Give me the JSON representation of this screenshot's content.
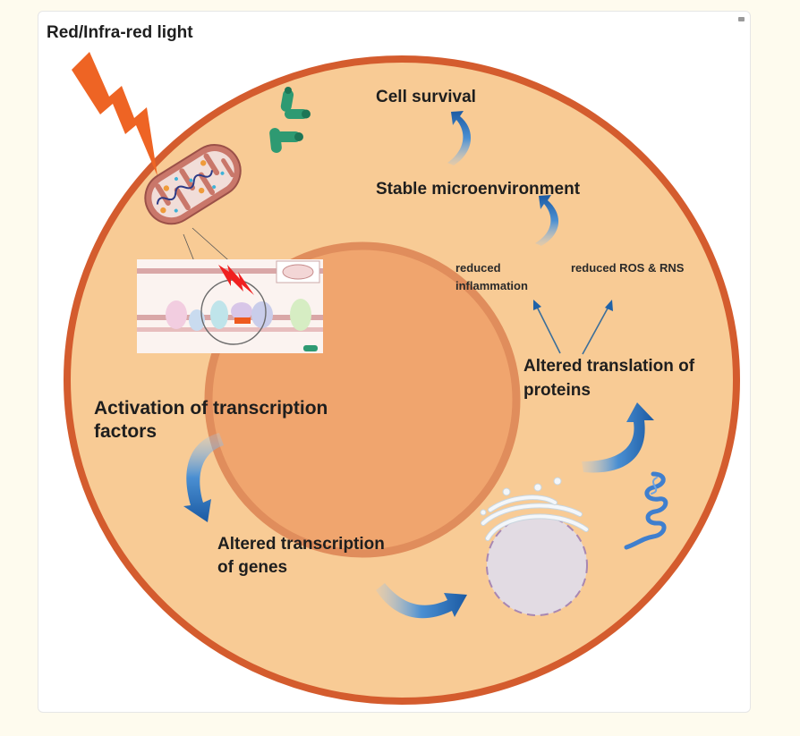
{
  "figure": {
    "title": "Red/Infra-red light",
    "labels": {
      "cell_survival": "Cell survival",
      "stable_microenvironment": "Stable microenvironment",
      "reduced_inflammation_line1": "reduced",
      "reduced_inflammation_line2": "inflammation",
      "reduced_ros_rns": "reduced ROS & RNS",
      "altered_translation_line1": "Altered translation of",
      "altered_translation_line2": "proteins",
      "activation_tf_line1": "Activation of transcription",
      "activation_tf_line2": "factors",
      "altered_transcription_line1": "Altered transcription",
      "altered_transcription_line2": "of genes"
    },
    "colors": {
      "page_background": "#fefbee",
      "card_background": "#ffffff",
      "cytoplasm": "#f8cb95",
      "cell_membrane": "#d45c2e",
      "nucleus": "#f0a56e",
      "nucleus_border": "#e08d5c",
      "lightning": "#ee6424",
      "mitochondrion": "#c9776a",
      "ribosome_tubes": "#2e9a72",
      "arrow_blue": "#1f62a8",
      "er_white": "#f4f7fa",
      "vesicle": "#e2dbe3",
      "vesicle_border": "#a887b2",
      "protein_coil": "#3f7fce"
    },
    "icons": [
      "lightning-bolt-icon",
      "mitochondrion-icon",
      "microtubule-icon",
      "electron-transport-chain-inset",
      "endoplasmic-reticulum-icon",
      "vesicle-icon",
      "protein-helix-icon"
    ]
  }
}
